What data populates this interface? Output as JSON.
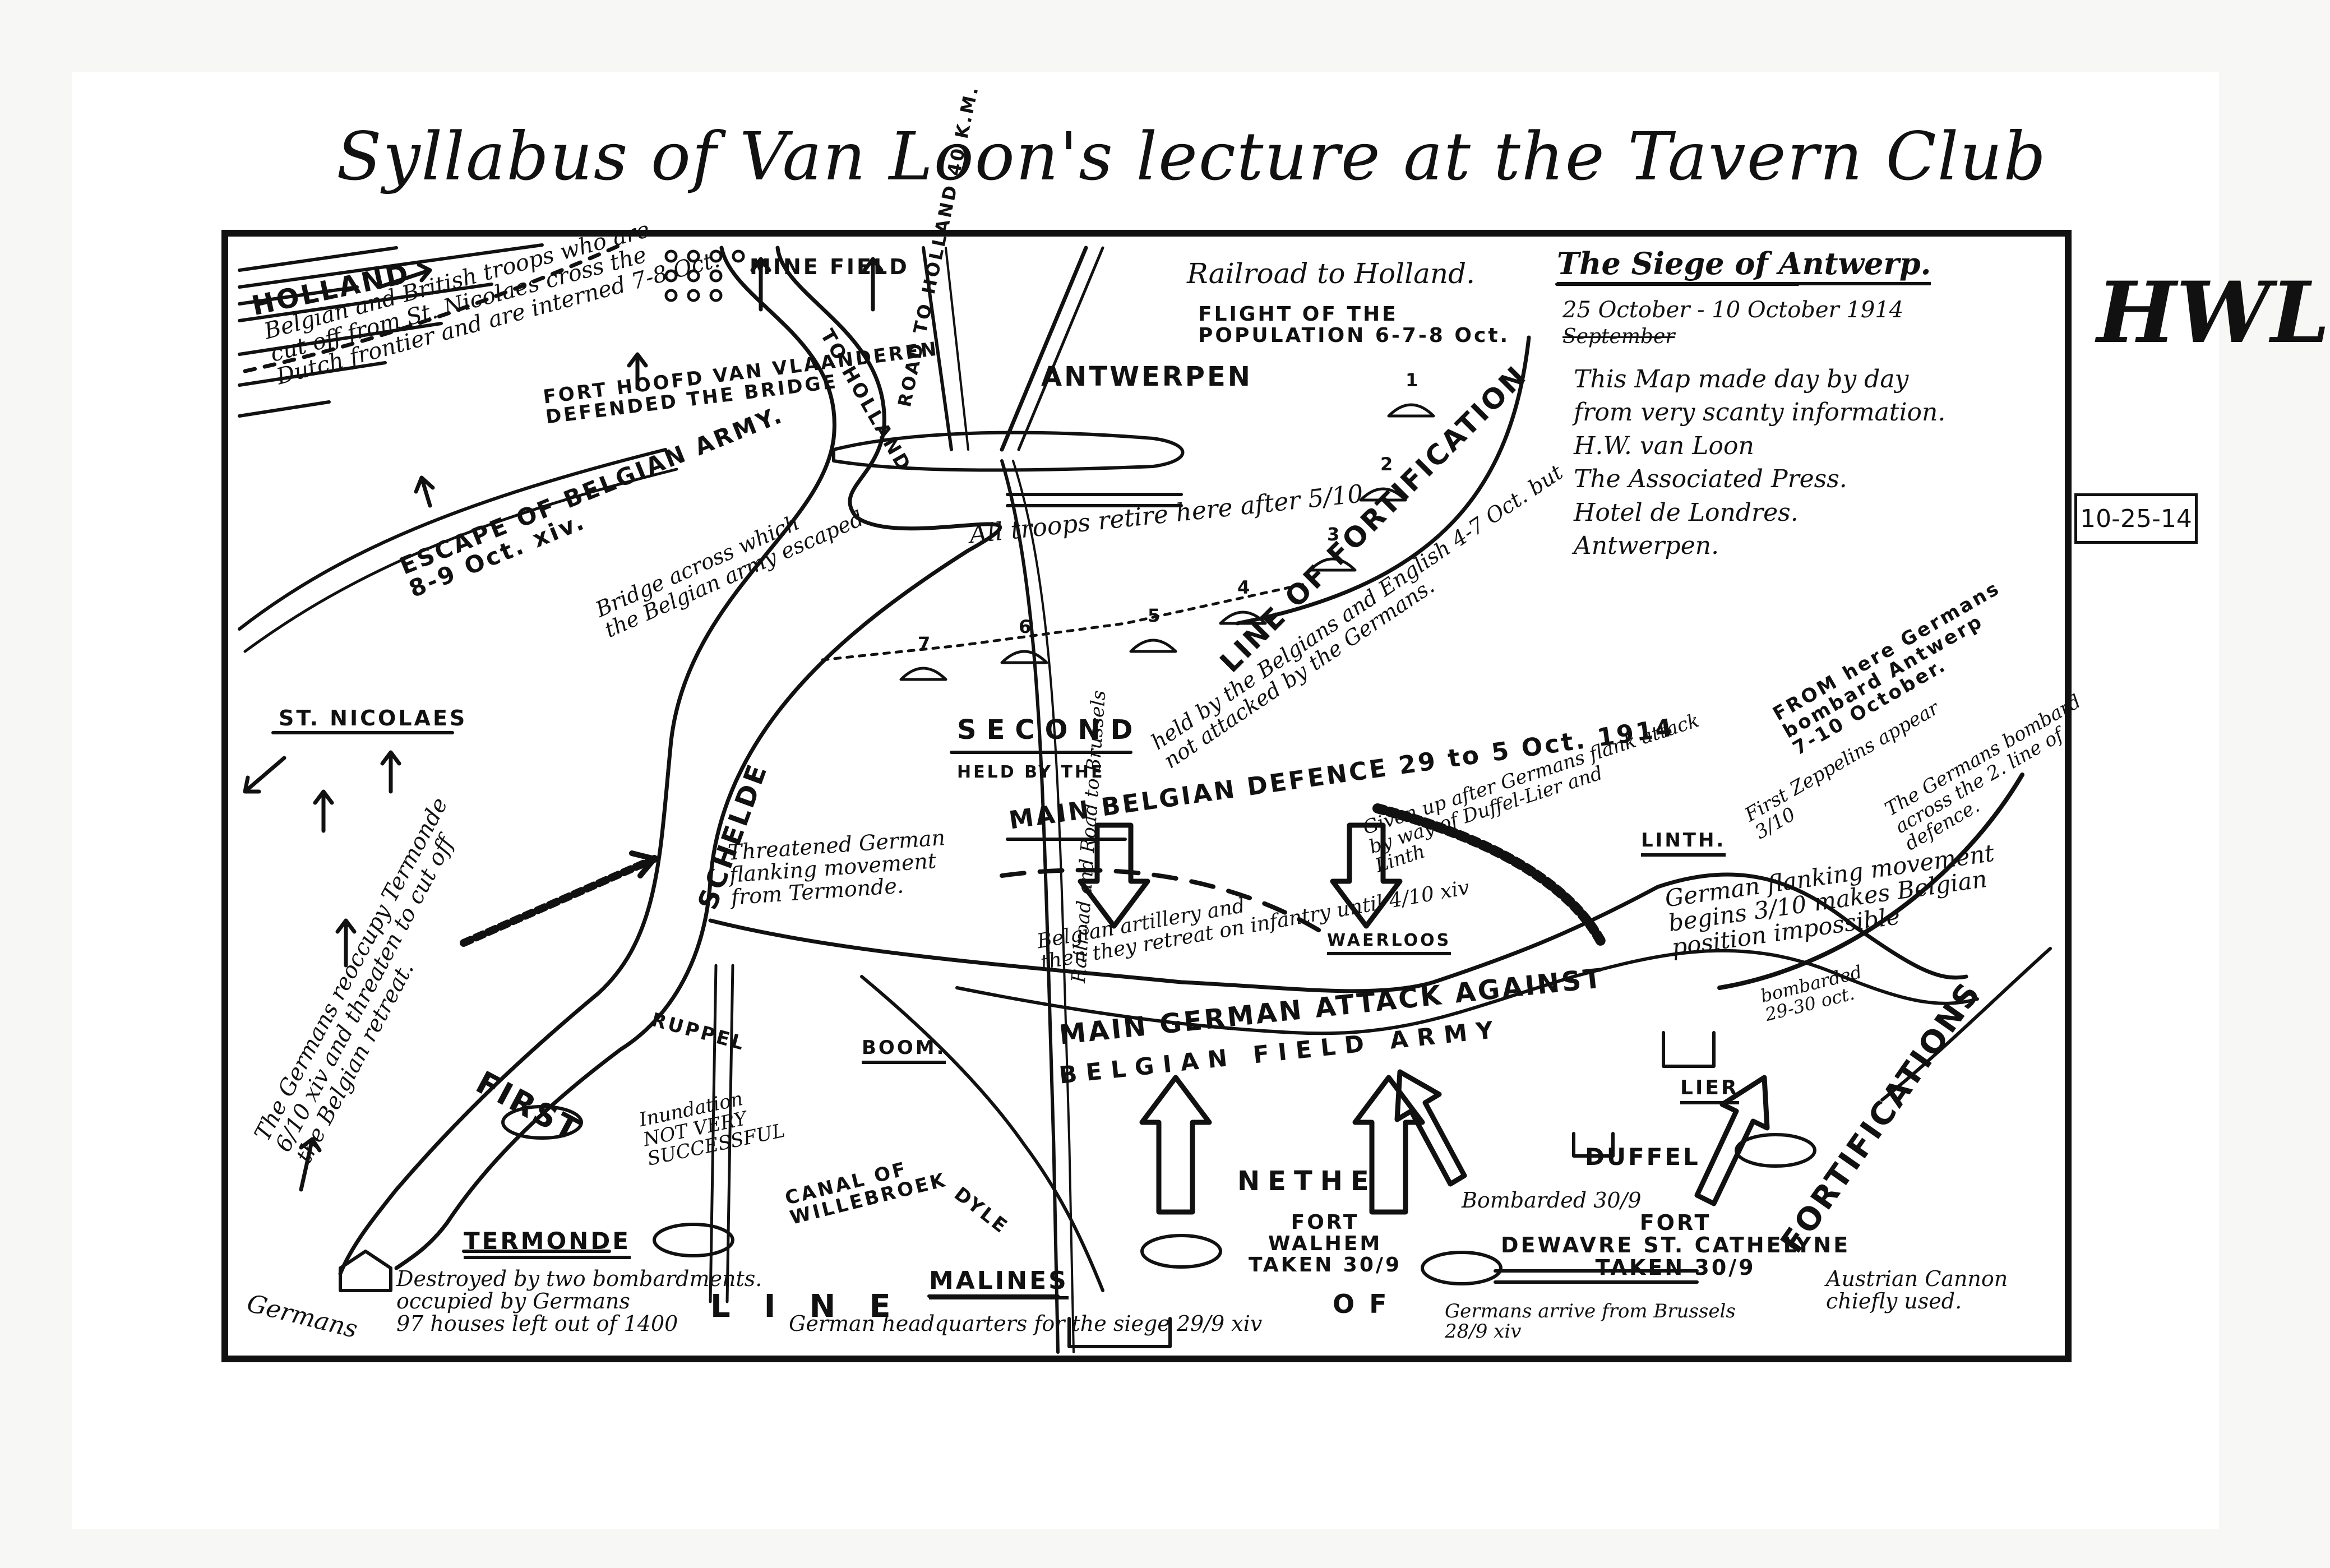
{
  "title": "Syllabus of Van Loon's lecture at the Tavern Club",
  "initials": "HWL",
  "date_stamp": "10-25-14",
  "labels": {
    "holland": "HOLLAND",
    "mine_field": "MINE FIELD",
    "to_holland_river": "TO HOLLAND",
    "road_to_holland": "ROAD TO HOLLAND 40 K.M.",
    "railroad_to_holland": "Railroad to Holland.",
    "flight": "FLIGHT OF THE\nPOPULATION 6-7-8 Oct.",
    "antwerpen": "ANTWERPEN",
    "siege_title": "The Siege of Antwerp.",
    "siege_dates": "25 October - 10 October 1914",
    "siege_strike": "September",
    "siege_text": "This Map made day by day\nfrom very scanty information.\nH.W. van Loon\nThe Associated Press.\nHotel de Londres.\nAntwerpen.",
    "belgian_british": "Belgian and British troops who are\ncut off from St. Nicolaes cross the\nDutch frontier and are interned 7-8 Oct.",
    "fort_hoofd": "FORT HOOFD VAN VLAANDEREN\nDEFENDED THE BRIDGE",
    "escape": "ESCAPE OF BELGIAN ARMY.\n8-9 Oct. xiv.",
    "bridge": "Bridge across which\nthe Belgian army escaped",
    "all_troops": "All troops retire here after 5/10",
    "fortification": "LINE OF FORTIFICATION",
    "held_by": "held by the Belgians and English 4-7 Oct. but\nnot attacked by the Germans.",
    "second": "SECOND",
    "held_line": "HELD BY THE",
    "st_nicolaes": "ST. NICOLAES",
    "schelde": "SCHELDE",
    "main_belgian_defence": "MAIN BELGIAN DEFENCE 29 to 5 Oct. 1914",
    "given_up": "Given up after Germans flank attack\nby way of Duffel-Lier and\nLinth",
    "railroad_brussels": "Railroad and Road to Brussels",
    "from_here": "FROM here Germans\nbombard Antwerp\n7-10 October.",
    "first_zeppelins": "First Zeppelins appear\n3/10",
    "germans_bombard": "The Germans bombard\nacross the 2. line of\ndefence.",
    "linth": "LINTH.",
    "german_flanking": "German flanking movement\nbegins 3/10 makes Belgian\nposition impossible",
    "germans_reoccupy": "The Germans reoccupy Termonde\n6/10 xiv and threaten to cut off\nthe Belgian retreat.",
    "threatened": "Threatened German\nflanking movement\nfrom Termonde.",
    "belgian_artillery": "Belgian artillery and\nthen they retreat on infantry until 4/10 xiv",
    "waerloos": "WAERLOOS",
    "main_german_attack": "MAIN GERMAN ATTACK AGAINST",
    "belgian_field_army": "BELGIAN FIELD ARMY",
    "bombarded_lier": "bombarded\n29-30 oct.",
    "lier": "LIER",
    "fortifications_right": "FORTIFICATIONS",
    "ruppel": "RUPPEL",
    "boom": "BOOM.",
    "inundation": "Inundation\nNOT VERY\nSUCCESSFUL",
    "canal": "CANAL OF\nWILLEBROEK",
    "first": "FIRST",
    "line": "LINE",
    "of": "OF",
    "nethe": "NETHE",
    "fort_walhem": "FORT\nWALHEM\nTAKEN 30/9",
    "duffel": "DUFFEL",
    "bombarded_duffel": "Bombarded 30/9",
    "fort_dewavre": "FORT\nDEWAVRE ST. CATHELYNE\nTAKEN 30/9",
    "termonde": "TERMONDE",
    "destroyed": "Destroyed by two bombardments.\noccupied by Germans\n97 houses left out of 1400",
    "germans_small": "Germans",
    "dyle": "DYLE",
    "malines": "MALINES",
    "german_hq": "German headquarters for the siege 29/9 xiv",
    "germans_arrive": "Germans arrive from Brussels\n28/9 xiv",
    "austrian": "Austrian Cannon\nchiefly used.",
    "fort_numbers": [
      "1",
      "2",
      "3",
      "4",
      "5",
      "6",
      "7"
    ]
  }
}
